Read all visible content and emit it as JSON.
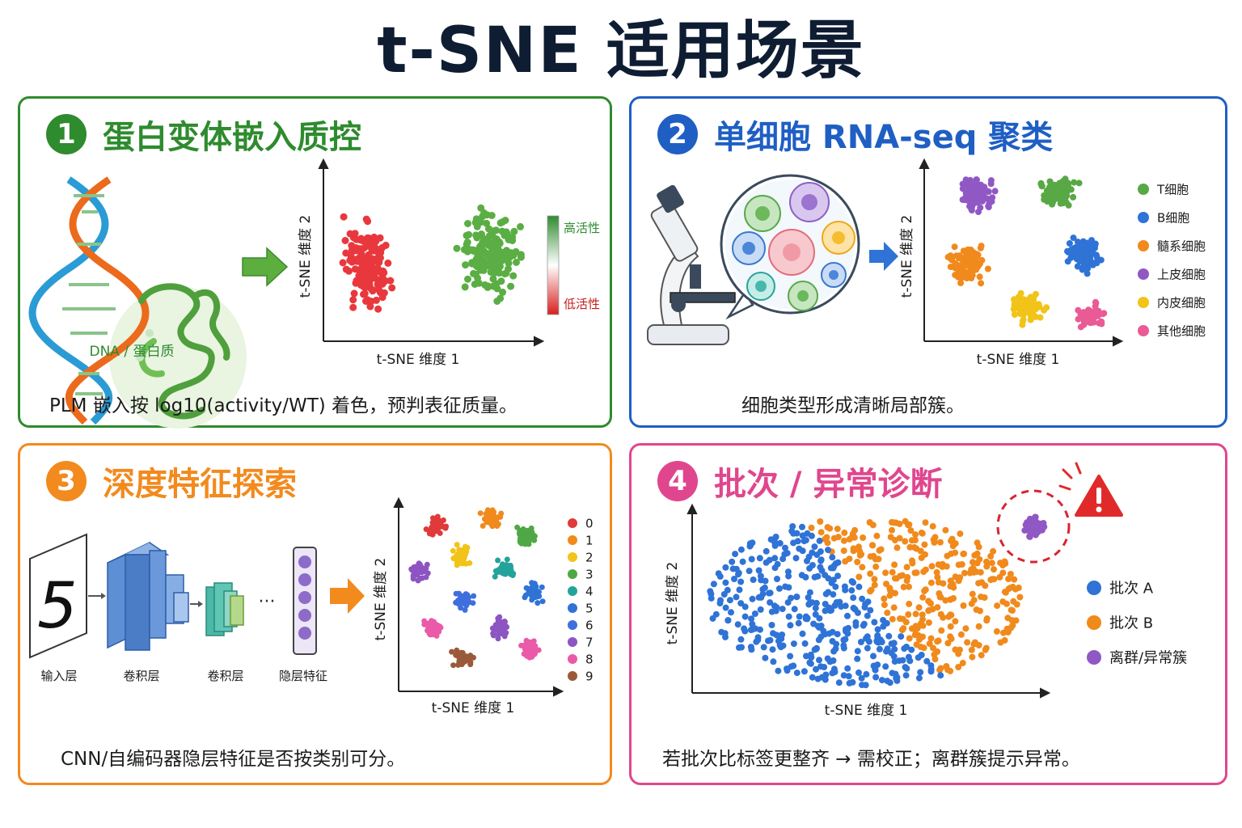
{
  "title": "t-SNE 适用场景",
  "colors": {
    "green": "#2e8b2e",
    "blue": "#1f5fc4",
    "orange": "#f28a1e",
    "pink": "#e0468e",
    "red_points": "#e8383d",
    "green_points": "#5aae44"
  },
  "panels": [
    {
      "num": "1",
      "title": "蛋白变体嵌入质控",
      "caption": "PLM 嵌入按 log10(activity/WT) 着色，预判表征质量。",
      "image_label": "DNA / 蛋白质",
      "xlabel": "t-SNE 维度 1",
      "ylabel": "t-SNE 维度 2",
      "colorbar_high": "高活性",
      "colorbar_low": "低活性",
      "icons": [
        "dna-helix-icon",
        "protein-structure-icon",
        "arrow-right-icon"
      ]
    },
    {
      "num": "2",
      "title": "单细胞 RNA-seq 聚类",
      "caption": "细胞类型形成清晰局部簇。",
      "xlabel": "t-SNE 维度 1",
      "ylabel": "t-SNE 维度 2",
      "legend": [
        {
          "label": "T细胞",
          "color": "#58a845"
        },
        {
          "label": "B细胞",
          "color": "#2f73d6"
        },
        {
          "label": "髓系细胞",
          "color": "#f08a1c"
        },
        {
          "label": "上皮细胞",
          "color": "#9058c4"
        },
        {
          "label": "内皮细胞",
          "color": "#f2c318"
        },
        {
          "label": "其他细胞",
          "color": "#ea5a95"
        }
      ],
      "icons": [
        "microscope-icon",
        "cells-magnifier-icon",
        "arrow-right-icon"
      ]
    },
    {
      "num": "3",
      "title": "深度特征探索",
      "caption": "CNN/自编码器隐层特征是否按类别可分。",
      "digit": "5",
      "stage_labels": [
        "输入层",
        "卷积层",
        "卷积层",
        "隐层特征"
      ],
      "ellipsis": "···",
      "xlabel": "t-SNE 维度 1",
      "ylabel": "t-SNE 维度 2",
      "legend": [
        {
          "label": "0",
          "color": "#e03a3a"
        },
        {
          "label": "1",
          "color": "#f08a1c"
        },
        {
          "label": "2",
          "color": "#f2c318"
        },
        {
          "label": "3",
          "color": "#4fa845"
        },
        {
          "label": "4",
          "color": "#23a39a"
        },
        {
          "label": "5",
          "color": "#2f73d6"
        },
        {
          "label": "6",
          "color": "#3f6fdc"
        },
        {
          "label": "7",
          "color": "#8c55c2"
        },
        {
          "label": "8",
          "color": "#ea5aa8"
        },
        {
          "label": "9",
          "color": "#9a5a3a"
        }
      ],
      "icons": [
        "digit-image-icon",
        "conv-layer-icon",
        "feature-vector-icon",
        "arrow-right-icon"
      ]
    },
    {
      "num": "4",
      "title": "批次 / 异常诊断",
      "caption": "若批次比标签更整齐 → 需校正；离群簇提示异常。",
      "xlabel": "t-SNE 维度 1",
      "ylabel": "t-SNE 维度 2",
      "legend": [
        {
          "label": "批次 A",
          "color": "#2f73d6"
        },
        {
          "label": "批次 B",
          "color": "#f08a1c"
        },
        {
          "label": "离群/异常簇",
          "color": "#9058c4"
        }
      ],
      "icons": [
        "warning-icon",
        "outlier-circle-icon"
      ]
    }
  ]
}
